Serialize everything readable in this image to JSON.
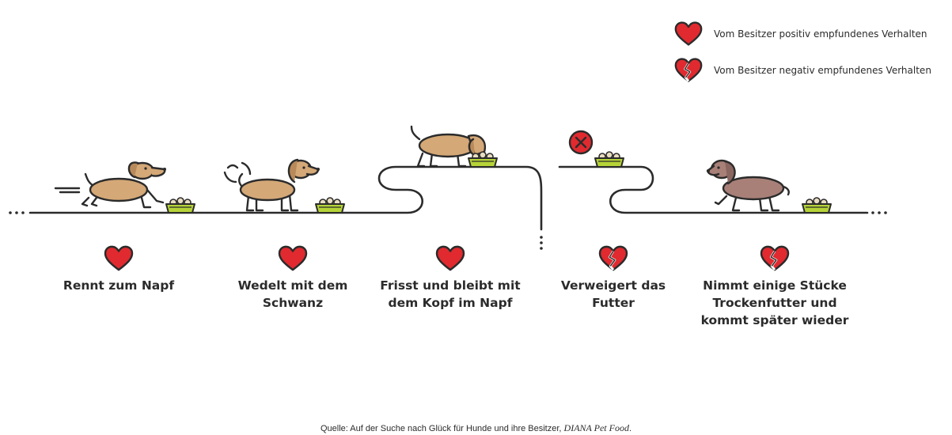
{
  "legend": [
    {
      "type": "positive",
      "icon": "heart-icon",
      "label": "Vom Besitzer positiv empfundenes Verhalten"
    },
    {
      "type": "negative",
      "icon": "broken-heart-icon",
      "label": "Vom Besitzer negativ empfundenes Verhalten"
    }
  ],
  "steps": [
    {
      "label_lines": [
        "Rennt zum Napf"
      ],
      "sentiment": "positive"
    },
    {
      "label_lines": [
        "Wedelt mit dem",
        "Schwanz"
      ],
      "sentiment": "positive"
    },
    {
      "label_lines": [
        "Frisst und bleibt mit",
        "dem Kopf im Napf"
      ],
      "sentiment": "positive"
    },
    {
      "label_lines": [
        "Verweigert das",
        "Futter"
      ],
      "sentiment": "negative"
    },
    {
      "label_lines": [
        "Nimmt einige Stücke",
        "Trockenfutter und",
        "kommt später wieder"
      ],
      "sentiment": "negative"
    }
  ],
  "source": {
    "prefix": "Quelle: Auf der Suche nach Glück für Hunde und ihre Besitzer, ",
    "publisher": "DIANA Pet Food",
    "suffix": "."
  },
  "colors": {
    "line": "#2b2b2b",
    "heart": "#e02a2f",
    "dog": "#d4a877",
    "dog_sad": "#a88078",
    "bowl": "#b6d338",
    "refuse": "#e02a2f"
  }
}
